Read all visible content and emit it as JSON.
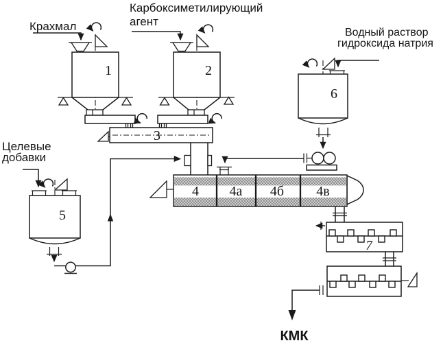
{
  "labels": {
    "starch": "Крахмал",
    "cm_agent_line1": "Карбоксиметилирующий",
    "cm_agent_line2": "агент",
    "naoh_line1": "Водный раствор",
    "naoh_line2": "гидроксида натрия",
    "additives_line1": "Целевые",
    "additives_line2": "добавки",
    "product": "КМК"
  },
  "equipment_numbers": {
    "starch_hopper": "1",
    "agent_hopper": "2",
    "dosing_conveyor": "3",
    "reactor_section_1": "4",
    "reactor_section_2": "4а",
    "reactor_section_3": "4б",
    "reactor_section_4": "4в",
    "additives_tank": "5",
    "naoh_tank": "6",
    "dryer": "7"
  },
  "colors": {
    "line": "#1b1b1b",
    "background": "#ffffff",
    "jacket_gray": "#cdcdcd",
    "jacket_dots": "#5e5e5e"
  }
}
